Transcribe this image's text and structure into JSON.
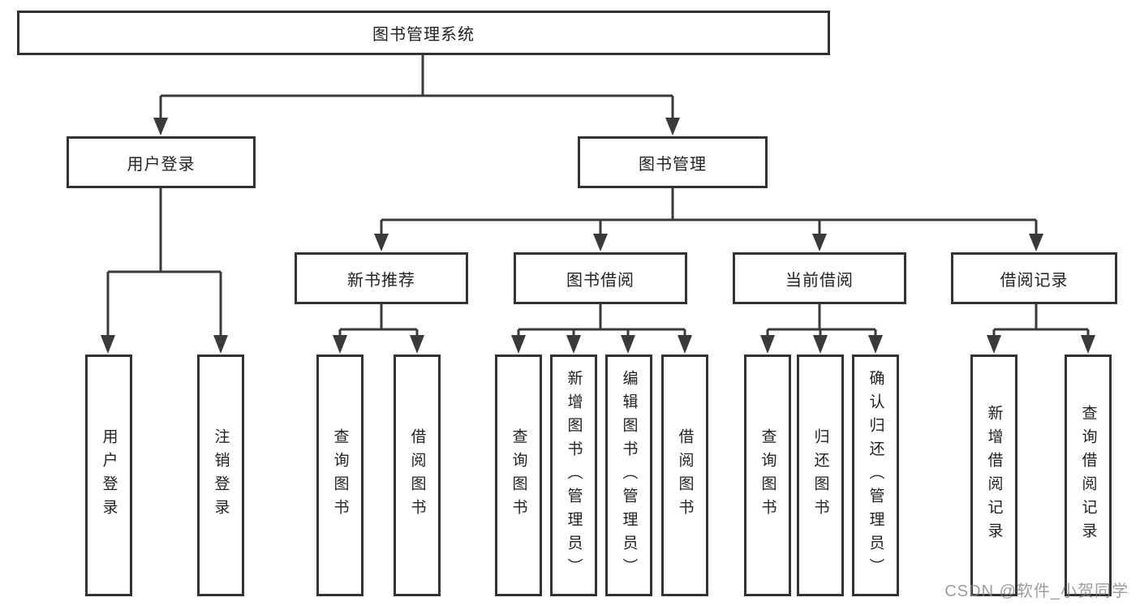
{
  "tree": {
    "root": {
      "label": "图书管理系统"
    },
    "branches": [
      {
        "label": "用户登录",
        "children": [
          {
            "label": "用户登录"
          },
          {
            "label": "注销登录"
          }
        ]
      },
      {
        "label": "图书管理",
        "children": [
          {
            "label": "新书推荐",
            "children": [
              {
                "label": "查询图书"
              },
              {
                "label": "借阅图书"
              }
            ]
          },
          {
            "label": "图书借阅",
            "children": [
              {
                "label": "查询图书"
              },
              {
                "label": "新增图书（管理员）"
              },
              {
                "label": "编辑图书（管理员）"
              },
              {
                "label": "借阅图书"
              }
            ]
          },
          {
            "label": "当前借阅",
            "children": [
              {
                "label": "查询图书"
              },
              {
                "label": "归还图书"
              },
              {
                "label": "确认归还（管理员）"
              }
            ]
          },
          {
            "label": "借阅记录",
            "children": [
              {
                "label": "新增借阅记录"
              },
              {
                "label": "查询借阅记录"
              }
            ]
          }
        ]
      }
    ]
  },
  "watermark": {
    "text": "CSDN @软件_小贺同学"
  },
  "colors": {
    "line": "#3a3a3a",
    "box_border": "#333333",
    "text": "#222222",
    "watermark": "#828282",
    "background": "#ffffff"
  }
}
